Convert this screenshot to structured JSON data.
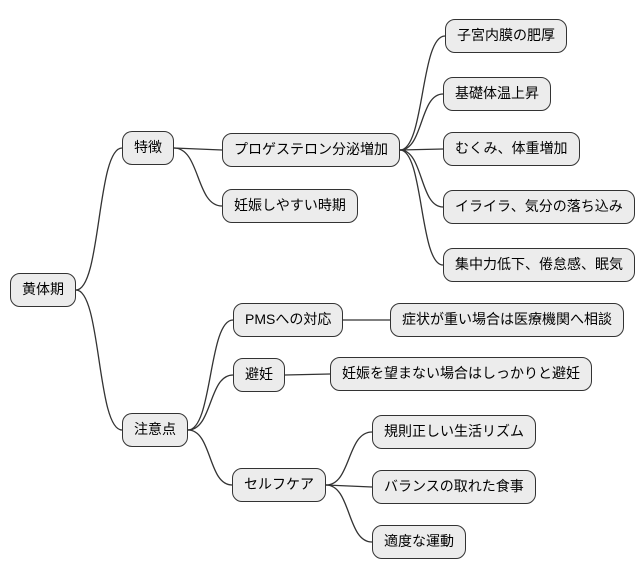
{
  "diagram": {
    "type": "mindmap-flowchart-left-to-right",
    "colors": {
      "background": "#ffffff",
      "node_fill": "#ececec",
      "node_border": "#333333",
      "node_text": "#000000",
      "edge": "#333333"
    },
    "root": {
      "id": "root",
      "label": "黄体期",
      "children": [
        {
          "id": "tokucho",
          "label": "特徴",
          "children": [
            {
              "id": "progesterone",
              "label": "プロゲステロン分泌増加",
              "children": [
                {
                  "id": "f1",
                  "label": "子宮内膜の肥厚",
                  "children": []
                },
                {
                  "id": "f2",
                  "label": "基礎体温上昇",
                  "children": []
                },
                {
                  "id": "f3",
                  "label": "むくみ、体重増加",
                  "children": []
                },
                {
                  "id": "f4",
                  "label": "イライラ、気分の落ち込み",
                  "children": []
                },
                {
                  "id": "f5",
                  "label": "集中力低下、倦怠感、眠気",
                  "children": []
                }
              ]
            },
            {
              "id": "ninshin",
              "label": "妊娠しやすい時期",
              "children": []
            }
          ]
        },
        {
          "id": "chuiten",
          "label": "注意点",
          "children": [
            {
              "id": "pms",
              "label": "PMSへの対応",
              "children": [
                {
                  "id": "pms1",
                  "label": "症状が重い場合は医療機関へ相談",
                  "children": []
                }
              ]
            },
            {
              "id": "hinin",
              "label": "避妊",
              "children": [
                {
                  "id": "hinin1",
                  "label": "妊娠を望まない場合はしっかりと避妊",
                  "children": []
                }
              ]
            },
            {
              "id": "selfcare",
              "label": "セルフケア",
              "children": [
                {
                  "id": "s1",
                  "label": "規則正しい生活リズム",
                  "children": []
                },
                {
                  "id": "s2",
                  "label": "バランスの取れた食事",
                  "children": []
                },
                {
                  "id": "s3",
                  "label": "適度な運動",
                  "children": []
                }
              ]
            }
          ]
        }
      ]
    }
  }
}
